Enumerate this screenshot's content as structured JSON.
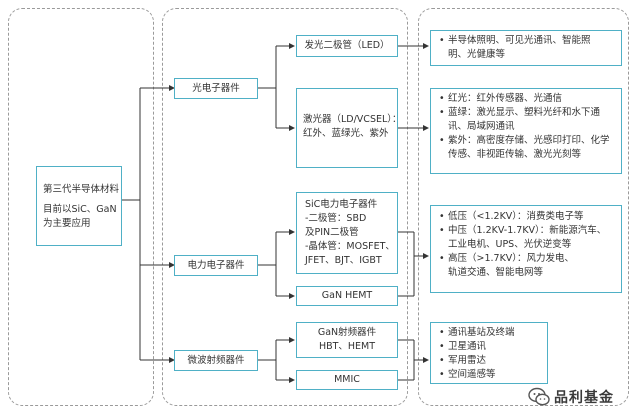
{
  "root": {
    "title": "第三代半导体材料",
    "subtitle": [
      "目前以SiC、GaN",
      "为主要应用"
    ]
  },
  "categories": [
    {
      "label": "光电子器件"
    },
    {
      "label": "电力电子器件"
    },
    {
      "label": "微波射频器件"
    }
  ],
  "devices": {
    "led": "发光二极管（LED）",
    "laser": [
      "激光器（LD/VCSEL）：",
      "红外、蓝绿光、紫外"
    ],
    "sic": [
      "SiC电力电子器件",
      "-二极管：SBD",
      "及PIN二极管",
      "-晶体管：MOSFET、",
      "JFET、BJT、IGBT"
    ],
    "gan_hemt": "GaN HEMT",
    "gan_rf": [
      "GaN射频器件",
      "HBT、HEMT"
    ],
    "mmic": "MMIC"
  },
  "applications": {
    "led": [
      [
        "半导体照明、可见光通讯、智能照",
        "明、光健康等"
      ]
    ],
    "laser": [
      [
        "红光：红外传感器、光通信"
      ],
      [
        "蓝绿：激光显示、塑料光纤和水下通",
        "讯、局域网通讯"
      ],
      [
        "紫外：高密度存储、光感印打印、化学",
        "传感、非视距传输、激光光刻等"
      ]
    ],
    "power": [
      [
        "低压（<1.2KV）：消费类电子等"
      ],
      [
        "中压（1.2KV-1.7KV）：新能源汽车、",
        "工业电机、UPS、光伏逆变等"
      ],
      [
        "高压（>1.7KV）：风力发电、",
        "轨道交通、智能电网等"
      ]
    ],
    "rf": [
      [
        "通讯基站及终端"
      ],
      [
        "卫星通讯"
      ],
      [
        "军用雷达"
      ],
      [
        "空间遥感等"
      ]
    ]
  },
  "watermark": "品利基金",
  "colors": {
    "box_border": "#4fb0c6",
    "connector": "#333333",
    "dash": "#9a9a9a"
  }
}
